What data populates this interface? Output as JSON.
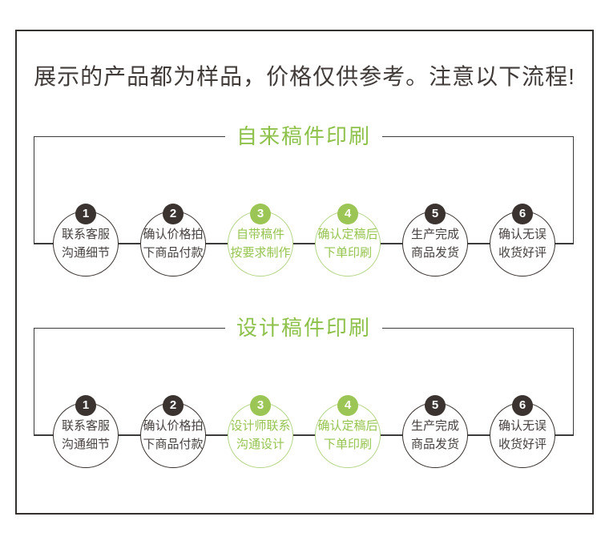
{
  "colors": {
    "accent_green": "#96c44f",
    "light_green_border": "#b4d689",
    "dark": "#3a332f"
  },
  "banner": {
    "title": "展示的产品都为样品，价格仅供参考。注意以下流程!"
  },
  "flows": [
    {
      "title": "自来稿件印刷",
      "steps": [
        {
          "num": "1",
          "line1": "联系客服",
          "line2": "沟通细节",
          "state": "normal"
        },
        {
          "num": "2",
          "line1": "确认价格拍",
          "line2": "下商品付款",
          "state": "normal"
        },
        {
          "num": "3",
          "line1": "自带稿件",
          "line2": "按要求制作",
          "state": "highlight"
        },
        {
          "num": "4",
          "line1": "确认定稿后",
          "line2": "下单印刷",
          "state": "highlight"
        },
        {
          "num": "5",
          "line1": "生产完成",
          "line2": "商品发货",
          "state": "normal"
        },
        {
          "num": "6",
          "line1": "确认无误",
          "line2": "收货好评",
          "state": "normal"
        }
      ]
    },
    {
      "title": "设计稿件印刷",
      "steps": [
        {
          "num": "1",
          "line1": "联系客服",
          "line2": "沟通细节",
          "state": "normal"
        },
        {
          "num": "2",
          "line1": "确认价格拍",
          "line2": "下商品付款",
          "state": "normal"
        },
        {
          "num": "3",
          "line1": "设计师联系",
          "line2": "沟通设计",
          "state": "highlight"
        },
        {
          "num": "4",
          "line1": "确认定稿后",
          "line2": "下单印刷",
          "state": "highlight"
        },
        {
          "num": "5",
          "line1": "生产完成",
          "line2": "商品发货",
          "state": "normal"
        },
        {
          "num": "6",
          "line1": "确认无误",
          "line2": "收货好评",
          "state": "normal"
        }
      ]
    }
  ]
}
